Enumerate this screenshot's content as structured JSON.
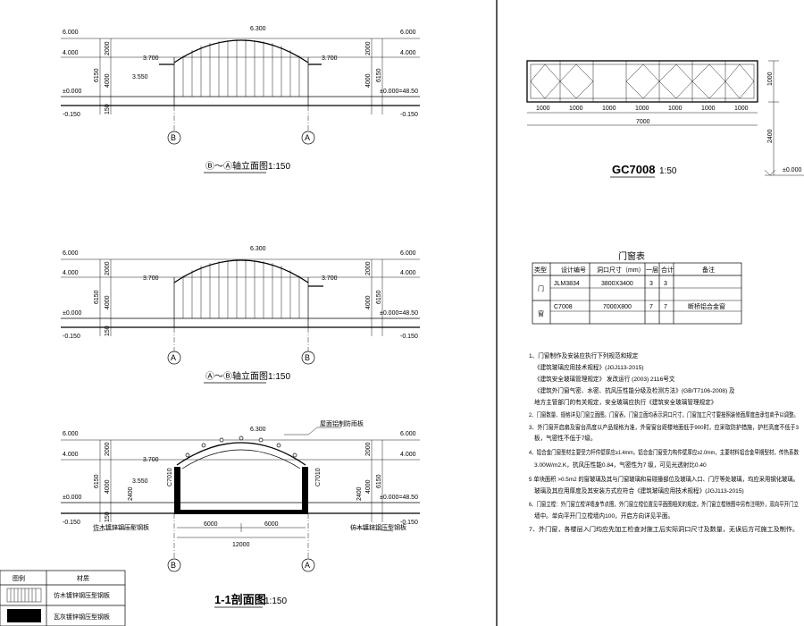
{
  "levels": {
    "top": "6.000",
    "eave": "4.000",
    "zero": "±0.000",
    "base": "-0.150",
    "ridge": "6.300",
    "side": "3.700",
    "canopy": "3.550",
    "abs_level": "±0.000=48.50"
  },
  "dims": {
    "d2000": "2000",
    "d4000": "4000",
    "d6150": "6150",
    "d150": "150",
    "d2400": "2400",
    "span_half": "6000",
    "span_total": "12000",
    "c7010": "C7010"
  },
  "axes": {
    "a": "A",
    "b": "B"
  },
  "views": {
    "elev1_title": "Ⓑ～Ⓐ轴立面图",
    "elev2_title": "Ⓐ～Ⓑ轴立面图",
    "section_title": "1-1剖面图",
    "scale_150": "1:150",
    "section_note_right": "屋面铝制防雨板",
    "section_note_left": "仿木镀锌钢压型钢板",
    "section_note_right2": "仿木镀锌钢压型钢板"
  },
  "legend": {
    "col_pattern": "图例",
    "col_material": "材质",
    "row1": "仿木镀锌钢压型钢板",
    "row2": "瓦灰镀锌钢压型钢板"
  },
  "window_detail": {
    "name": "GC7008",
    "scale": "1:50",
    "segments": [
      "1000",
      "1000",
      "1000",
      "1000",
      "1000",
      "1000",
      "1000"
    ],
    "total": "7000",
    "height": "1000",
    "sill": "2400",
    "level": "±0.000"
  },
  "schedule": {
    "title": "门窗表",
    "headers": [
      "类型",
      "设计编号",
      "洞口尺寸（mm）",
      "一层",
      "合计",
      "备注"
    ],
    "rows": [
      {
        "type": "门",
        "code": "JLM3834",
        "size": "3800X3400",
        "floor1": "3",
        "total": "3",
        "note": ""
      },
      {
        "type": "窗",
        "code": "C7008",
        "size": "7000X800",
        "floor1": "7",
        "total": "7",
        "note": "断桥铝合金窗"
      }
    ]
  },
  "notes": [
    "1、门窗制作及安装应执行下列规范和规定",
    "《建筑玻璃应用技术规程》(JGJ113-2015)",
    "《建筑安全玻璃管理规定》  发改运行 (2003) 2116号文",
    "《建筑外门窗气密、水密、抗风压性能分级及检测方法》(GB/T7106-2008)  及",
    "地方主管部门的有关规定，安全玻璃应执行《建筑安全玻璃管理规定》",
    "2、门窗数量、规格详见门窗立面图。门窗表，门窗立面均表示洞口尺寸，门窗加工尺寸要按照装修面厚度由承包商予以调整。",
    "3、外门窗开启扇及窗台高度以产品规格为准，外窗窗台距楼地面低于900时，应采取防护措施，护栏高度不低于3",
    "板，气密性不低于7级。",
    "4、铝合金门窗型材主要受力杆件壁厚应≥1.4mm，铝合金门窗受力构件壁厚应≥2.0mm，主要材料铝合金早期型材，传热系数",
    "3.00W/m2.K，抗风压性能0.84，气密性为7 级，可见光透射比0.40",
    "5  单块面积 >0.5m2 的窗玻璃及其与门窗玻璃和易碰撞部位及玻璃入口、门厅等处玻璃，均应采用钢化玻璃。",
    "玻璃及其应用厚度及其安装方式应符合《建筑玻璃应用技术规程》(JGJ113-2015)",
    "6、门窗立樘：外门窗立樘详墙身节点图，外门窗立樘位置见平面图相关的规定。外门窗立樘除图中另有注明外，双向平开门立",
    "墙中。单向平开门立樘墙内100，开启方向详见平面。",
    "7、外门窗，各楼层入门均应先加工检查对施工后实际洞口尺寸及数量，无误后方可施工及制作。"
  ]
}
